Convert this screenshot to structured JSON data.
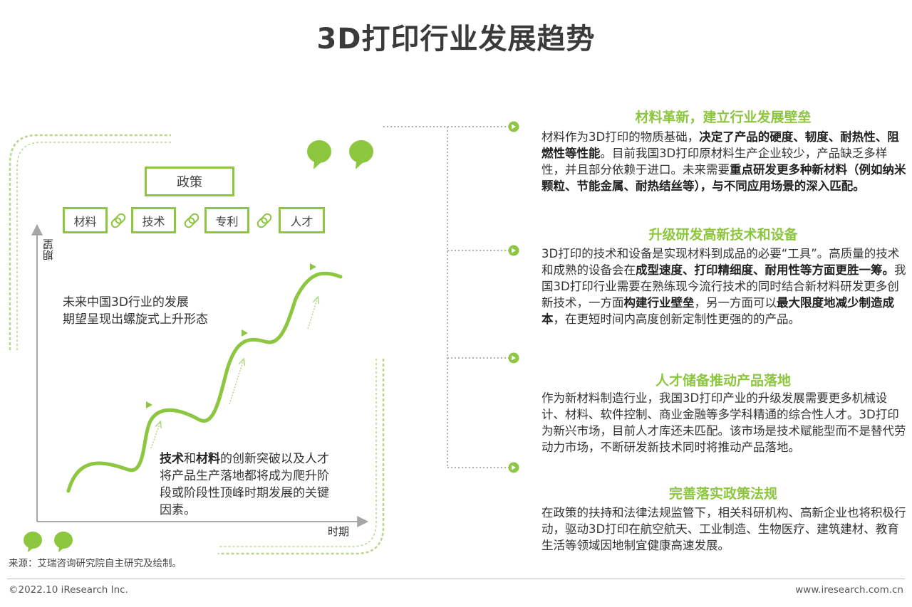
{
  "title": "3D打印行业发展趋势",
  "colors": {
    "accent": "#8dc63f",
    "text": "#333333"
  },
  "diagram": {
    "policy": "政策",
    "pillars": [
      "材料",
      "技术",
      "专利",
      "人才"
    ],
    "link_icon": "chain-link-icon",
    "y_axis": "期望",
    "x_axis": "时期",
    "curve_caption": [
      "未来中国3D行业的发展",
      "期望呈现出螺旋式上升形态"
    ],
    "driver": {
      "part1": "技术",
      "part2": "和",
      "part3": "材料",
      "part4": "的创新突破以及人才",
      "line2": "将产品生产落地都将成为爬升阶",
      "line3": "段或阶段性顶峰时期发展的关键",
      "line4": "因素。"
    }
  },
  "sections": [
    {
      "title": "材料革新，建立行业发展壁垒",
      "body": [
        {
          "t": "材料作为3D打印的物质基础，",
          "b": false
        },
        {
          "t": "决定了产品的硬度、韧度、耐热性、阻燃性等性能",
          "b": true
        },
        {
          "t": "。目前我国3D打印原材料生产企业较少，产品缺乏多样性，并且部分依赖于进口。未来需要",
          "b": false
        },
        {
          "t": "重点研发更多种新材料（例如纳米颗粒、节能金属、耐热结丝等），与不同应用场景的深入匹配。",
          "b": true
        }
      ]
    },
    {
      "title": "升级研发高新技术和设备",
      "body": [
        {
          "t": "3D打印的技术和设备是实现材料到成品的必要“工具”。高质量的技术和成熟的设备会在",
          "b": false
        },
        {
          "t": "成型速度、打印精细度、耐用性等方面更胜一筹。",
          "b": true
        },
        {
          "t": "我国3D打印行业需要在熟练现今流行技术的同时结合新材料研发更多创新技术，一方面",
          "b": false
        },
        {
          "t": "构建行业壁垒",
          "b": true
        },
        {
          "t": "，另一方面可以",
          "b": false
        },
        {
          "t": "最大限度地减少制造成本",
          "b": true
        },
        {
          "t": "，在更短时间内高度创新定制性更强的的产品。",
          "b": false
        }
      ]
    },
    {
      "title": "人才储备推动产品落地",
      "body": [
        {
          "t": "作为新材料制造行业，我国3D打印产业的升级发展需要更多机械设计、材料、软件控制、商业金融等多学科精通的综合性人才。3D打印为新兴市场，目前人才库还未匹配。该市场是技术赋能型而不是替代劳动力市场，不断研发新技术同时将推动产品落地。",
          "b": false
        }
      ]
    },
    {
      "title": "完善落实政策法规",
      "body": [
        {
          "t": "在政策的扶持和法律法规监管下，相关科研机构、高新企业也将积极行动，驱动3D打印在航空航天、工业制造、生物医疗、建筑建材、教育生活等领域因地制宜健康高速发展。",
          "b": true
        }
      ]
    }
  ],
  "source": "来源：艾瑞咨询研究院自主研究及绘制。",
  "copyright": "©2022.10 iResearch Inc.",
  "website": "www.iresearch.com.cn"
}
